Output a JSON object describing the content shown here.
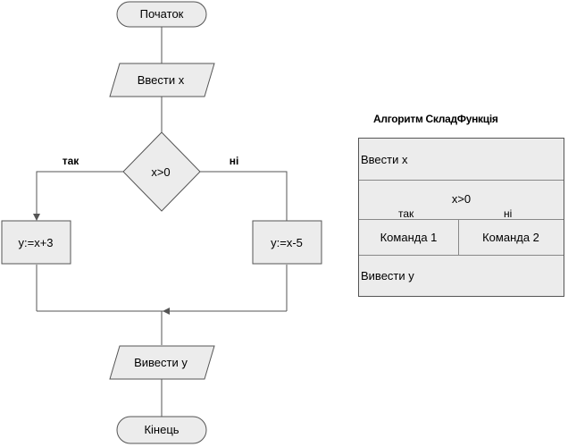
{
  "flowchart": {
    "start": "Початок",
    "input": "Ввести x",
    "condition": "x>0",
    "branch_yes": "так",
    "branch_no": "ні",
    "action_yes": "y:=x+3",
    "action_no": "y:=x-5",
    "output": "Вивести y",
    "end": "Кінець"
  },
  "structure_diagram": {
    "title": "Алгоритм СкладФункція",
    "input": "Ввести x",
    "condition": "x>0",
    "branch_yes": "так",
    "branch_no": "ні",
    "command_1": "Команда 1",
    "command_2": "Команда 2",
    "output": "Вивести y"
  },
  "colors": {
    "shape_fill": "#ececec",
    "stroke": "#555555"
  }
}
